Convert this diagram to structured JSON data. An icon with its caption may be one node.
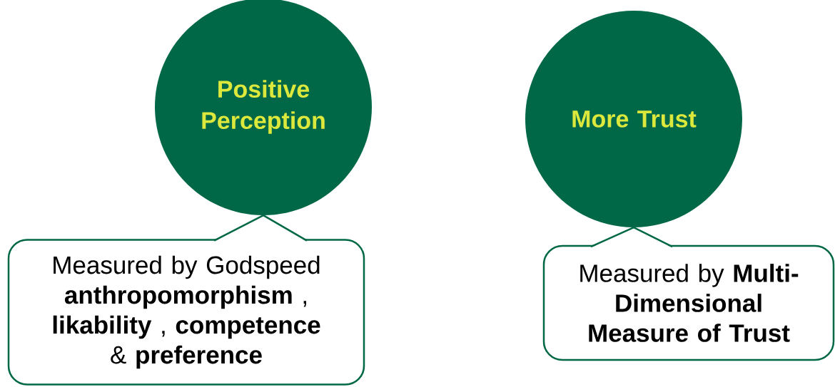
{
  "diagram": {
    "nodes": [
      {
        "text": [
          "Positive Perception"
        ]
      },
      {
        "text": [
          "Measured by Godspeed **anthropomorphism** , **likability** , **competence** & **preference**"
        ]
      },
      {
        "text": [
          "More Trust"
        ]
      },
      {
        "text": [
          "Measured by **Multi-Dimensional Measure of Trust**"
        ]
      }
    ],
    "edges": [
      {
        "from": 0,
        "to": 1,
        "arrow": "none"
      },
      {
        "from": 2,
        "to": 3,
        "arrow": "none"
      }
    ]
  }
}
